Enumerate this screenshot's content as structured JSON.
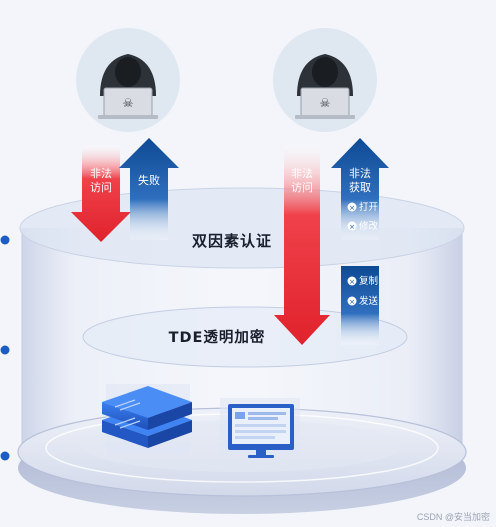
{
  "layers": {
    "top_label": "双因素认证",
    "middle_label": "TDE透明加密"
  },
  "left_attack": {
    "down_label_line1": "非法",
    "down_label_line2": "访问",
    "up_label": "失败"
  },
  "right_attack": {
    "down_label_line1": "非法",
    "down_label_line2": "访问",
    "up_label_line1": "非法",
    "up_label_line2": "获取",
    "actions_upper": [
      "打开",
      "修改"
    ],
    "actions_lower": [
      "复制",
      "发送"
    ]
  },
  "watermark": "CSDN @安当加密",
  "colors": {
    "attack_red": "#e8323a",
    "exfil_blue": "#1f5aa6",
    "dot_blue": "#1b5dc4"
  }
}
